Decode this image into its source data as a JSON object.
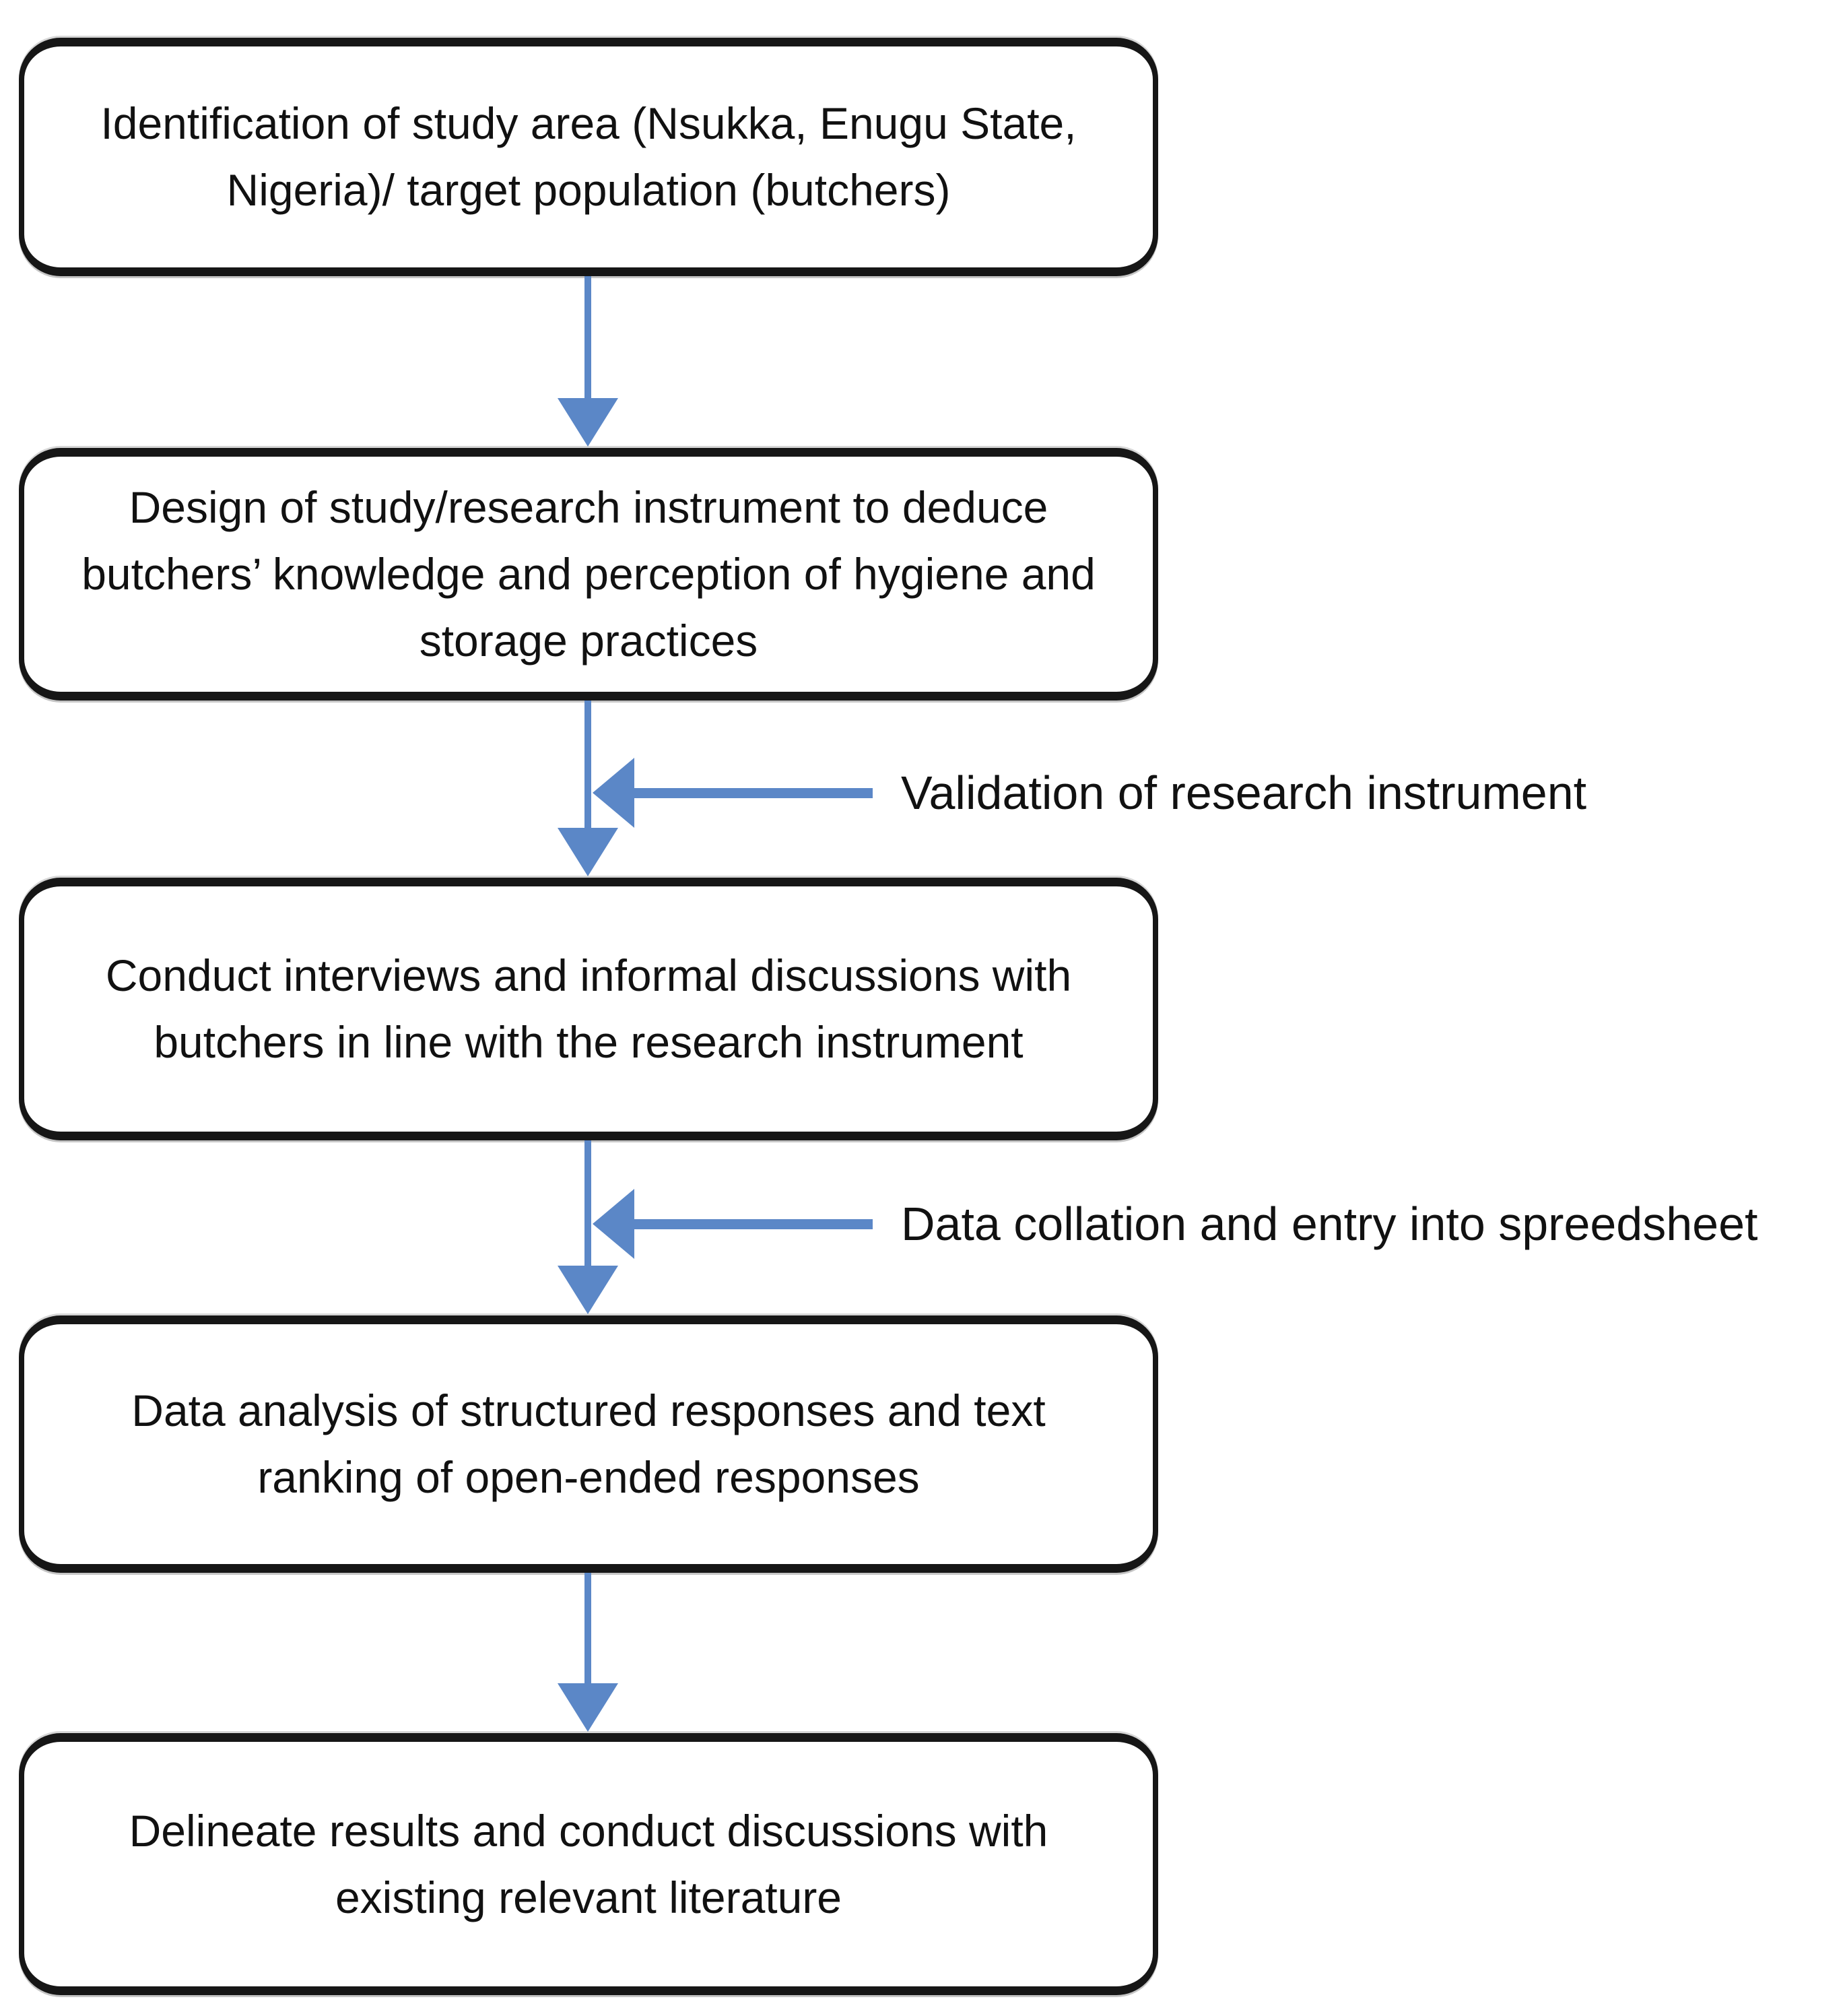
{
  "diagram": {
    "type": "flowchart",
    "background_color": "#ffffff",
    "box_border_color": "#161616",
    "arrow_color": "#5b87c7",
    "boxes": [
      {
        "id": "study-area",
        "text": "Identification of study area (Nsukka, Enugu State, Nigeria)/ target population (butchers)"
      },
      {
        "id": "design",
        "text": "Design of study/research instrument to deduce butchers’ knowledge and perception of hygiene and storage practices"
      },
      {
        "id": "interviews",
        "text": "Conduct interviews and informal discussions with butchers in line with the research instrument"
      },
      {
        "id": "analysis",
        "text": "Data analysis of structured responses and text ranking of open-ended responses"
      },
      {
        "id": "delineate",
        "text": "Delineate results and conduct discussions with existing relevant literature"
      }
    ],
    "annotations": [
      {
        "id": "validation",
        "text": "Validation of research instrument"
      },
      {
        "id": "collation",
        "text": "Data collation and entry into spreedsheet"
      }
    ]
  }
}
